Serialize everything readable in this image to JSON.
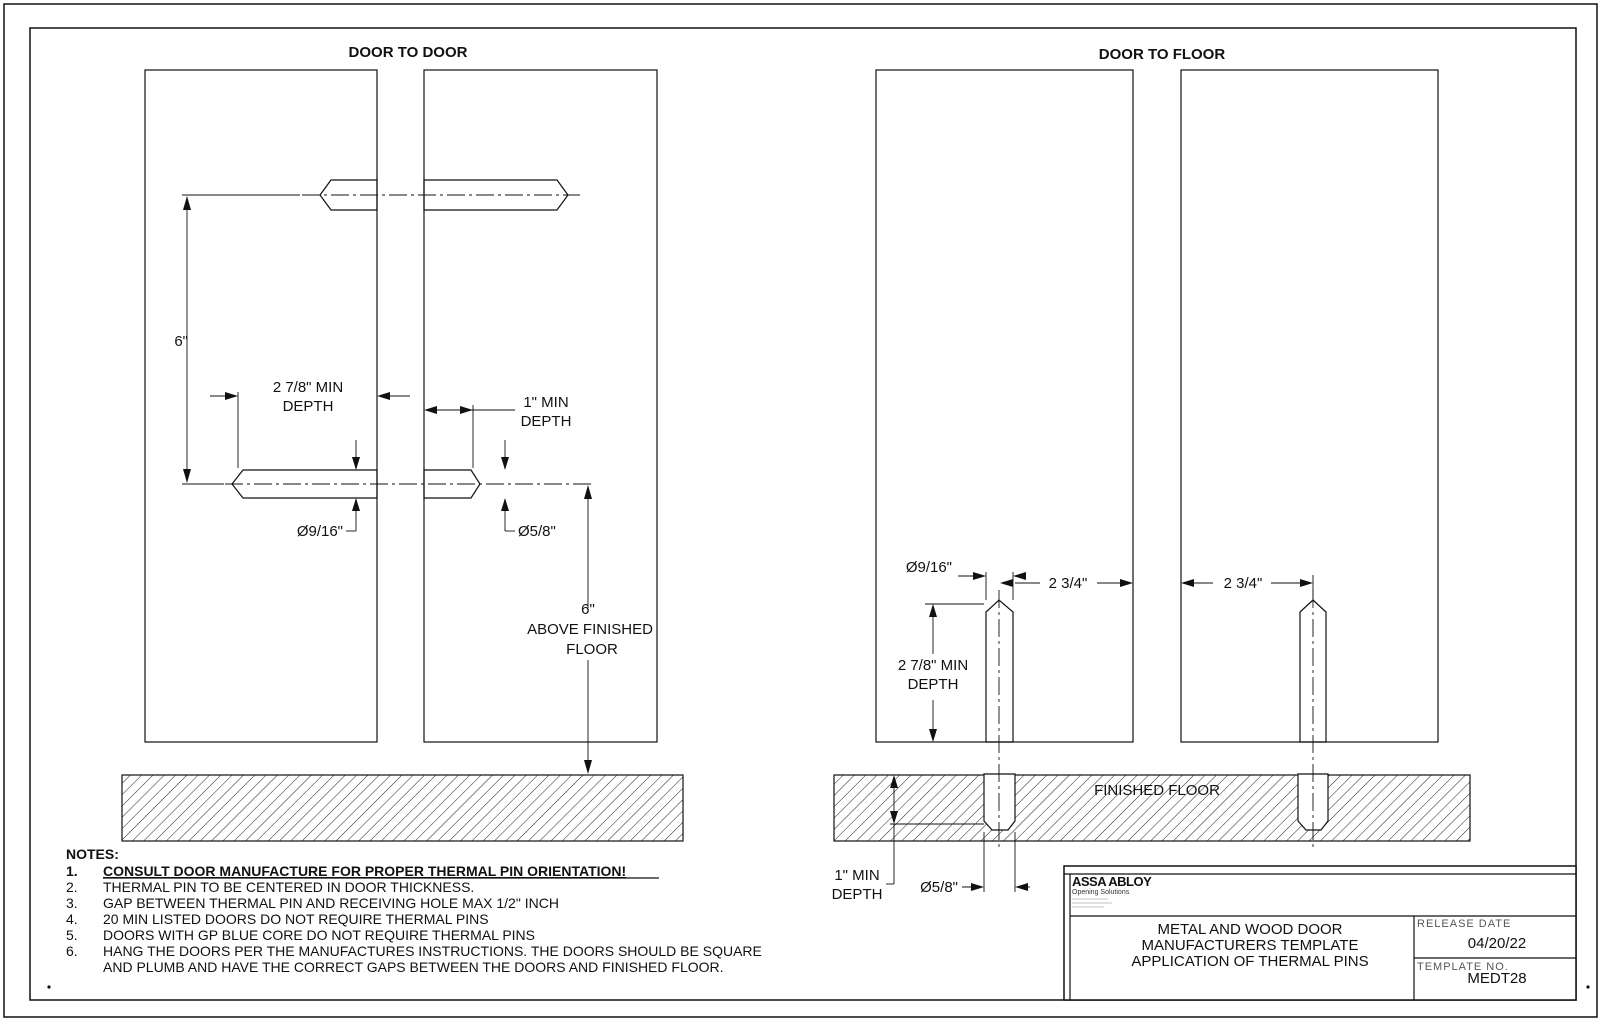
{
  "views": {
    "door_to_door": {
      "title": "DOOR TO DOOR",
      "dim_pin_spacing": "6\"",
      "dim_pin_depth_line1": "2 7/8\" MIN",
      "dim_pin_depth_line2": "DEPTH",
      "dim_hole_depth_line1": "1\" MIN",
      "dim_hole_depth_line2": "DEPTH",
      "dim_pin_diameter": "Ø9/16\"",
      "dim_hole_diameter": "Ø5/8\"",
      "dim_floor_line1": "6\"",
      "dim_floor_line2": "ABOVE FINISHED",
      "dim_floor_line3": "FLOOR"
    },
    "door_to_floor": {
      "title": "DOOR TO FLOOR",
      "dim_pin_diameter": "Ø9/16\"",
      "dim_edge_left": "2 3/4\"",
      "dim_edge_right": "2 3/4\"",
      "dim_pin_depth_line1": "2 7/8\" MIN",
      "dim_pin_depth_line2": "DEPTH",
      "floor_label": "FINISHED FLOOR",
      "dim_hole_depth_line1": "1\" MIN",
      "dim_hole_depth_line2": "DEPTH",
      "dim_hole_diameter": "Ø5/8\""
    }
  },
  "notes": {
    "heading": "NOTES:",
    "items": [
      {
        "num": "1.",
        "text": "CONSULT DOOR MANUFACTURE FOR PROPER THERMAL PIN ORIENTATION!"
      },
      {
        "num": "2.",
        "text": "THERMAL PIN TO BE CENTERED IN DOOR THICKNESS."
      },
      {
        "num": "3.",
        "text": "GAP BETWEEN THERMAL PIN AND RECEIVING HOLE MAX 1/2\" INCH"
      },
      {
        "num": "4.",
        "text": "20 MIN LISTED DOORS DO NOT REQUIRE THERMAL PINS"
      },
      {
        "num": "5.",
        "text": "DOORS WITH GP BLUE CORE DO NOT REQUIRE THERMAL PINS"
      },
      {
        "num": "6.",
        "text": "HANG THE DOORS PER THE MANUFACTURES INSTRUCTIONS.  THE DOORS SHOULD BE SQUARE"
      },
      {
        "num": "",
        "text": "AND PLUMB AND HAVE THE CORRECT GAPS BETWEEN THE DOORS AND FINISHED FLOOR."
      }
    ]
  },
  "title_block": {
    "logo": "ASSA ABLOY",
    "logo_sub": "Opening Solutions",
    "title_line1": "METAL AND WOOD DOOR",
    "title_line2": "MANUFACTURERS TEMPLATE",
    "title_line3": "APPLICATION OF THERMAL PINS",
    "release_caption": "RELEASE  DATE",
    "release_date": "04/20/22",
    "template_caption": "TEMPLATE  NO.",
    "template_no": "MEDT28"
  }
}
